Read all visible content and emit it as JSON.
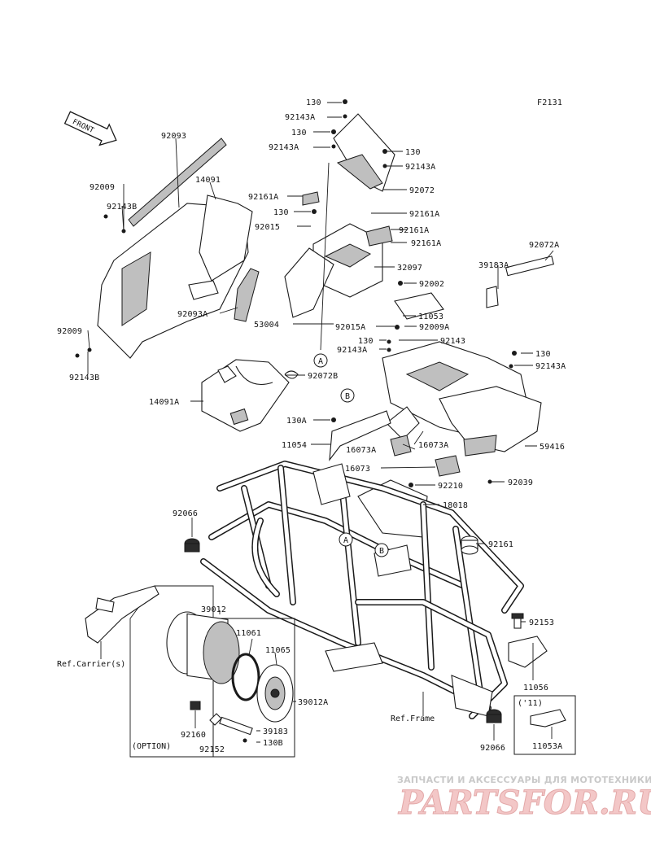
{
  "figure_id": "F2131",
  "front_label": "FRONT",
  "callouts": {
    "c130_a": "130",
    "c92143A_a": "92143A",
    "c130_b": "130",
    "c92143A_b": "92143A",
    "c130_c": "130",
    "c92143A_c": "92143A",
    "c92072": "92072",
    "c92161A_a": "92161A",
    "c130_d": "130",
    "c92015": "92015",
    "c92161A_b": "92161A",
    "c92161A_c": "92161A",
    "c92161A_d": "92161A",
    "c32097": "32097",
    "c53004": "53004",
    "c92093": "92093",
    "c14091": "14091",
    "c92009_a": "92009",
    "c92143B_a": "92143B",
    "c92093A": "92093A",
    "c92009_b": "92009",
    "c92143B_b": "92143B",
    "c92072A": "92072A",
    "c39183A": "39183A",
    "c92002": "92002",
    "c11053": "11053",
    "c92015A": "92015A",
    "c92009A": "92009A",
    "c130_e": "130",
    "c92143": "92143",
    "c92143A_d": "92143A",
    "c130_f": "130",
    "c92143A_e": "92143A",
    "c92072B": "92072B",
    "c14091A": "14091A",
    "c130A": "130A",
    "c11054": "11054",
    "c16073A_a": "16073A",
    "c16073A_b": "16073A",
    "c59416": "59416",
    "c16073": "16073",
    "c92210": "92210",
    "c92039": "92039",
    "c18018": "18018",
    "c92066_a": "92066",
    "c92161": "92161",
    "c92153": "92153",
    "c39012": "39012",
    "c11061": "11061",
    "c11065": "11065",
    "c39012A": "39012A",
    "c11056": "11056",
    "c92160": "92160",
    "c92152": "92152",
    "c39183": "39183",
    "c130B": "130B",
    "c92066_b": "92066",
    "c11053A": "11053A",
    "c_11": "('11)"
  },
  "refs": {
    "carrier": "Ref.Carrier(s)",
    "frame": "Ref.Frame",
    "option": "(OPTION)"
  },
  "markers": {
    "A": "A",
    "B": "B"
  },
  "watermark": {
    "line1": "ЗАПЧАСТИ И АКСЕССУАРЫ ДЛЯ МОТОТЕХНИКИ",
    "line2": "PARTSFOR.RU"
  }
}
